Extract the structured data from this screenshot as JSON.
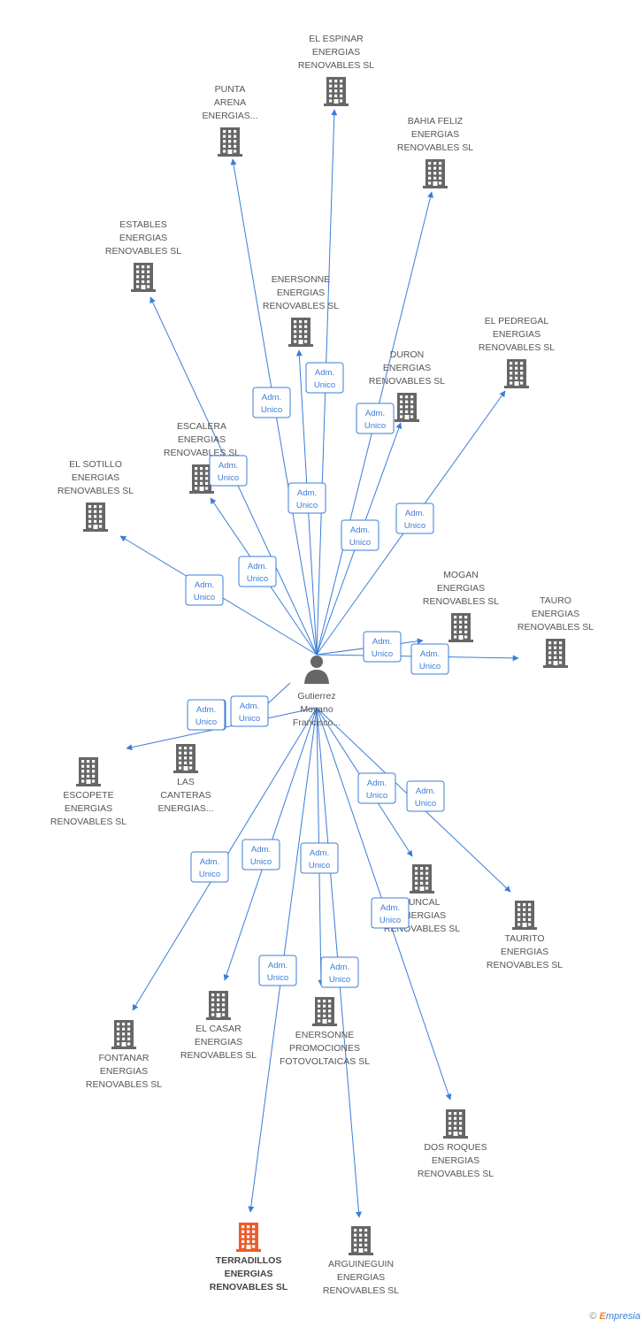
{
  "center": {
    "name_lines": [
      "Gutierrez",
      "Moyano",
      "Francisco..."
    ],
    "icon": "person-icon"
  },
  "edge_label": [
    "Adm.",
    "Unico"
  ],
  "colors": {
    "edge": "#3b7dd8",
    "building": "#666666",
    "highlight": "#ef5a2a",
    "text": "#555555"
  },
  "companies": [
    {
      "id": "el-espinar",
      "lines": [
        "EL ESPINAR",
        "ENERGIAS",
        "RENOVABLES SL"
      ]
    },
    {
      "id": "punta-arena",
      "lines": [
        "PUNTA",
        "ARENA",
        "ENERGIAS..."
      ]
    },
    {
      "id": "bahia-feliz",
      "lines": [
        "BAHIA FELIZ",
        "ENERGIAS",
        "RENOVABLES SL"
      ]
    },
    {
      "id": "estables",
      "lines": [
        "ESTABLES",
        "ENERGIAS",
        "RENOVABLES SL"
      ]
    },
    {
      "id": "enersonne",
      "lines": [
        "ENERSONNE",
        "ENERGIAS",
        "RENOVABLES SL"
      ]
    },
    {
      "id": "el-pedregal",
      "lines": [
        "EL PEDREGAL",
        "ENERGIAS",
        "RENOVABLES SL"
      ]
    },
    {
      "id": "duron",
      "lines": [
        "DURON",
        "ENERGIAS",
        "RENOVABLES SL"
      ]
    },
    {
      "id": "escalera",
      "lines": [
        "ESCALERA",
        "ENERGIAS",
        "RENOVABLES SL"
      ]
    },
    {
      "id": "el-sotillo",
      "lines": [
        "EL SOTILLO",
        "ENERGIAS",
        "RENOVABLES SL"
      ]
    },
    {
      "id": "mogan",
      "lines": [
        "MOGAN",
        "ENERGIAS",
        "RENOVABLES SL"
      ]
    },
    {
      "id": "tauro",
      "lines": [
        "TAURO",
        "ENERGIAS",
        "RENOVABLES SL"
      ]
    },
    {
      "id": "las-canteras",
      "lines": [
        "LAS",
        "CANTERAS",
        "ENERGIAS..."
      ]
    },
    {
      "id": "escopete",
      "lines": [
        "ESCOPETE",
        "ENERGIAS",
        "RENOVABLES SL"
      ]
    },
    {
      "id": "juncal",
      "lines": [
        "JUNCAL",
        "ENERGIAS",
        "RENOVABLES SL"
      ]
    },
    {
      "id": "taurito",
      "lines": [
        "TAURITO",
        "ENERGIAS",
        "RENOVABLES SL"
      ]
    },
    {
      "id": "fontanar",
      "lines": [
        "FONTANAR",
        "ENERGIAS",
        "RENOVABLES SL"
      ]
    },
    {
      "id": "el-casar",
      "lines": [
        "EL CASAR",
        "ENERGIAS",
        "RENOVABLES SL"
      ]
    },
    {
      "id": "enersonne-promociones",
      "lines": [
        "ENERSONNE",
        "PROMOCIONES",
        "FOTOVOLTAICAS SL"
      ]
    },
    {
      "id": "dos-roques",
      "lines": [
        "DOS ROQUES",
        "ENERGIAS",
        "RENOVABLES SL"
      ]
    },
    {
      "id": "terradillos",
      "lines": [
        "TERRADILLOS",
        "ENERGIAS",
        "RENOVABLES SL"
      ],
      "highlight": true
    },
    {
      "id": "arguineguin",
      "lines": [
        "ARGUINEGUIN",
        "ENERGIAS",
        "RENOVABLES SL"
      ]
    }
  ],
  "footer": {
    "copyright": "©",
    "brand_first": "E",
    "brand_rest": "mpresia"
  }
}
